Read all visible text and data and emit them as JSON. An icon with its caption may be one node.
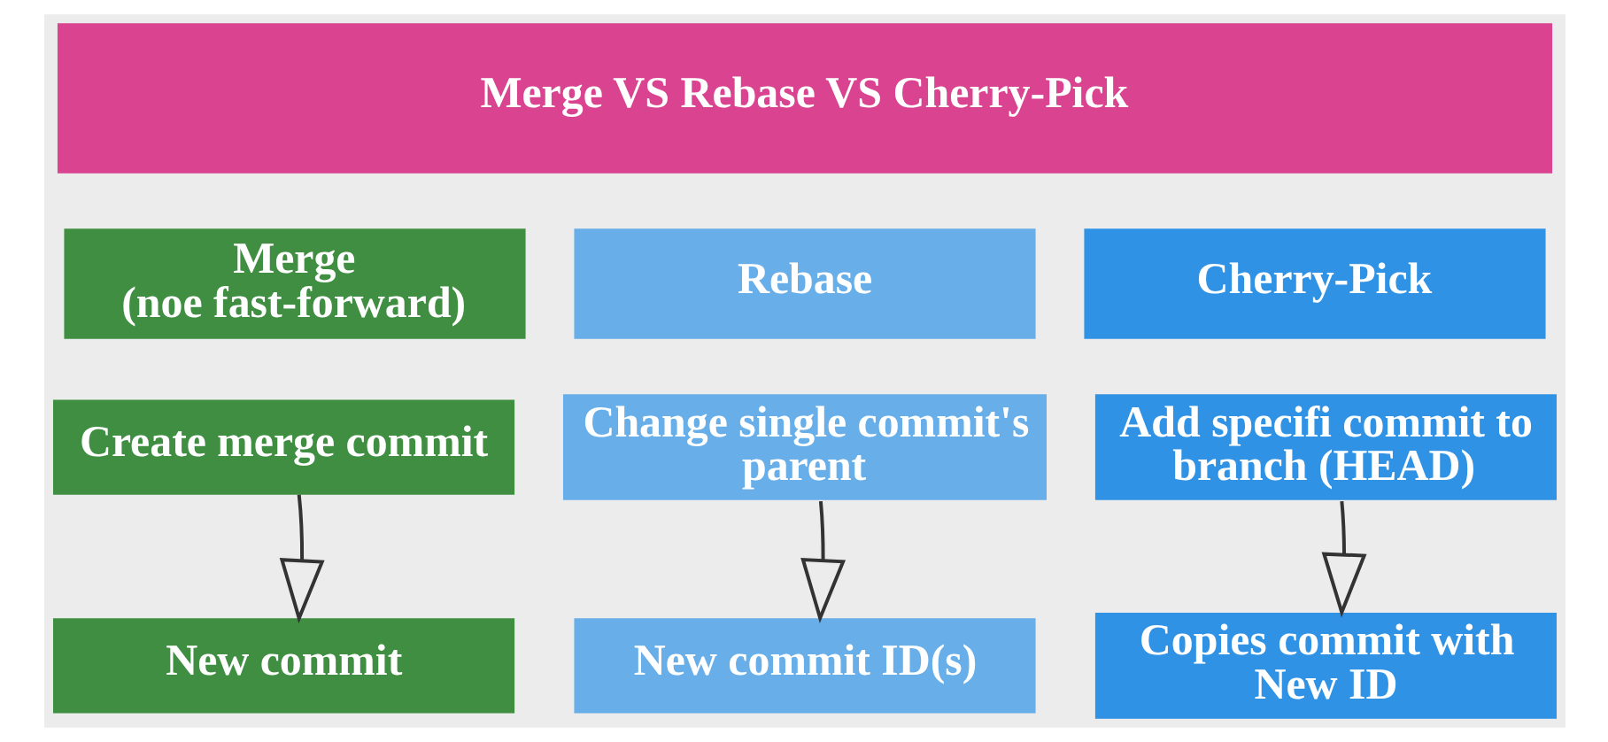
{
  "diagram": {
    "nodes": [
      {
        "text": [
          "Merge VS Rebase VS Cherry-Pick"
        ]
      },
      {
        "text": [
          "Merge",
          "(noe fast-forward)"
        ]
      },
      {
        "text": [
          "Rebase"
        ]
      },
      {
        "text": [
          "Cherry-Pick"
        ]
      },
      {
        "text": [
          "Create merge commit"
        ]
      },
      {
        "text": [
          "Change single commit's parent"
        ]
      },
      {
        "text": [
          "Add specifi commit to branch (HEAD)"
        ]
      },
      {
        "text": [
          "New commit"
        ]
      },
      {
        "text": [
          "New commit ID(s)"
        ]
      },
      {
        "text": [
          "Copies commit with New ID"
        ]
      }
    ],
    "edges": [
      {
        "from": 4,
        "to": 7,
        "arrow": "to"
      },
      {
        "from": 5,
        "to": 8,
        "arrow": "to"
      },
      {
        "from": 6,
        "to": 9,
        "arrow": "to"
      }
    ]
  }
}
